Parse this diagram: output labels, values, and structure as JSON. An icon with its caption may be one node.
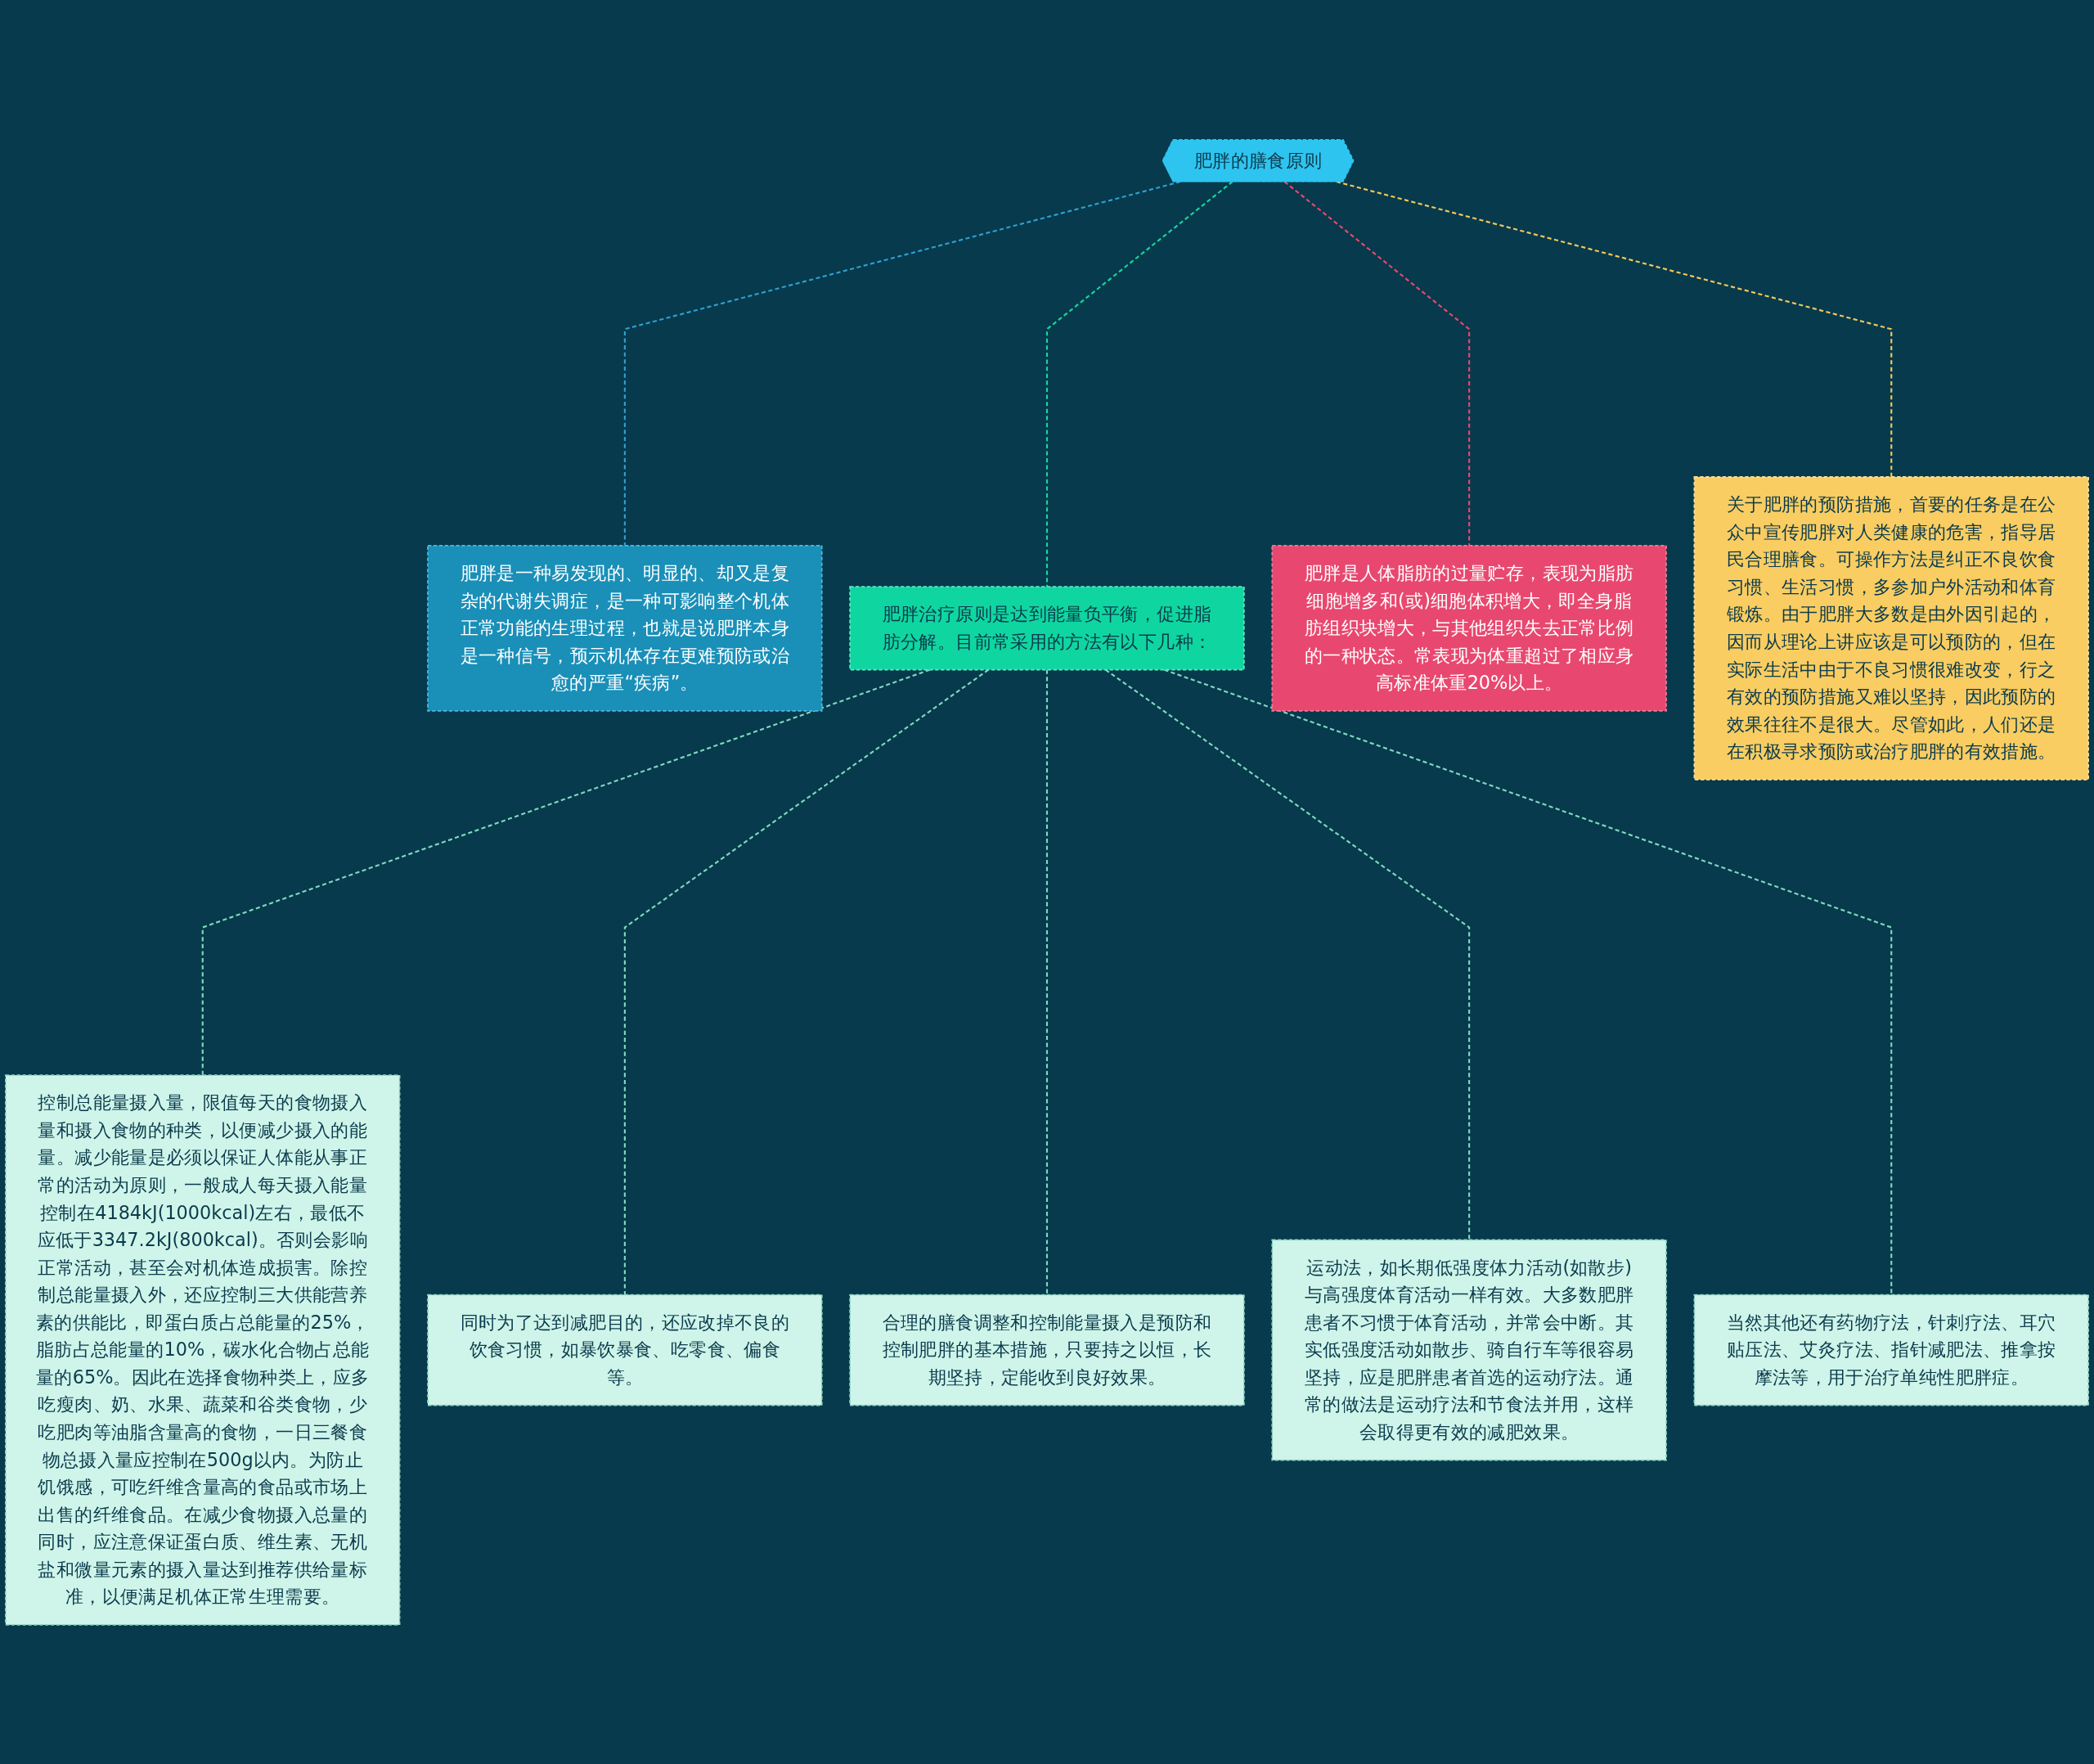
{
  "diagram": {
    "nodes": [
      {
        "text": [
          "肥胖的膳食原则"
        ]
      },
      {
        "text": [
          "肥胖是一种易发现的、明显的、却又是复杂的代谢失调症，是一种可影响整个机体正常功能的生理过程，也就是说肥胖本身是一种信号，预示机体存在更难预防或治愈的严重“疾病”。"
        ]
      },
      {
        "text": [
          "肥胖治疗原则是达到能量负平衡，促进脂肪分解。目前常采用的方法有以下几种："
        ]
      },
      {
        "text": [
          "肥胖是人体脂肪的过量贮存，表现为脂肪细胞增多和(或)细胞体积增大，即全身脂肪组织块增大，与其他组织失去正常比例的一种状态。常表现为体重超过了相应身高标准体重20%以上。"
        ]
      },
      {
        "text": [
          "关于肥胖的预防措施，首要的任务是在公众中宣传肥胖对人类健康的危害，指导居民合理膳食。可操作方法是纠正不良饮食习惯、生活习惯，多参加户外活动和体育锻炼。由于肥胖大多数是由外因引起的，因而从理论上讲应该是可以预防的，但在实际生活中由于不良习惯很难改变，行之有效的预防措施又难以坚持，因此预防的效果往往不是很大。尽管如此，人们还是在积极寻求预防或治疗肥胖的有效措施。"
        ]
      },
      {
        "text": [
          "控制总能量摄入量，限值每天的食物摄入量和摄入食物的种类，以便减少摄入的能量。减少能量是必须以保证人体能从事正常的活动为原则，一般成人每天摄入能量控制在4184kJ(1000kcal)左右，最低不应低于3347.2kJ(800kcal)。否则会影响正常活动，甚至会对机体造成损害。除控制总能量摄入外，还应控制三大供能营养素的供能比，即蛋白质占总能量的25%，脂肪占总能量的10%，碳水化合物占总能量的65%。因此在选择食物种类上，应多吃瘦肉、奶、水果、蔬菜和谷类食物，少吃肥肉等油脂含量高的食物，一日三餐食物总摄入量应控制在500g以内。为防止饥饿感，可吃纤维含量高的食品或市场上出售的纤维食品。在减少食物摄入总量的同时，应注意保证蛋白质、维生素、无机盐和微量元素的摄入量达到推荐供给量标准，以便满足机体正常生理需要。"
        ]
      },
      {
        "text": [
          "同时为了达到减肥目的，还应改掉不良的饮食习惯，如暴饮暴食、吃零食、偏食等。"
        ]
      },
      {
        "text": [
          "合理的膳食调整和控制能量摄入是预防和控制肥胖的基本措施，只要持之以恒，长期坚持，定能收到良好效果。"
        ]
      },
      {
        "text": [
          "运动法，如长期低强度体力活动(如散步)与高强度体育活动一样有效。大多数肥胖患者不习惯于体育活动，并常会中断。其实低强度活动如散步、骑自行车等很容易坚持，应是肥胖患者首选的运动疗法。通常的做法是运动疗法和节食法并用，这样会取得更有效的减肥效果。"
        ]
      },
      {
        "text": [
          "当然其他还有药物疗法，针刺疗法、耳穴贴压法、艾灸疗法、指针减肥法、推拿按摩法等，用于治疗单纯性肥胖症。"
        ]
      }
    ],
    "edges": [
      {
        "from": 0,
        "to": 1,
        "arrow": "none",
        "style": "dashed",
        "color": "#2f9fd0"
      },
      {
        "from": 0,
        "to": 2,
        "arrow": "none",
        "style": "dashed",
        "color": "#16d6a0"
      },
      {
        "from": 0,
        "to": 3,
        "arrow": "none",
        "style": "dashed",
        "color": "#e8486f"
      },
      {
        "from": 0,
        "to": 4,
        "arrow": "none",
        "style": "dashed",
        "color": "#f5c85a"
      },
      {
        "from": 2,
        "to": 5,
        "arrow": "none",
        "style": "dashed"
      },
      {
        "from": 2,
        "to": 6,
        "arrow": "none",
        "style": "dashed"
      },
      {
        "from": 2,
        "to": 7,
        "arrow": "none",
        "style": "dashed"
      },
      {
        "from": 2,
        "to": 8,
        "arrow": "none",
        "style": "dashed"
      },
      {
        "from": 2,
        "to": 9,
        "arrow": "none",
        "style": "dashed"
      }
    ]
  }
}
